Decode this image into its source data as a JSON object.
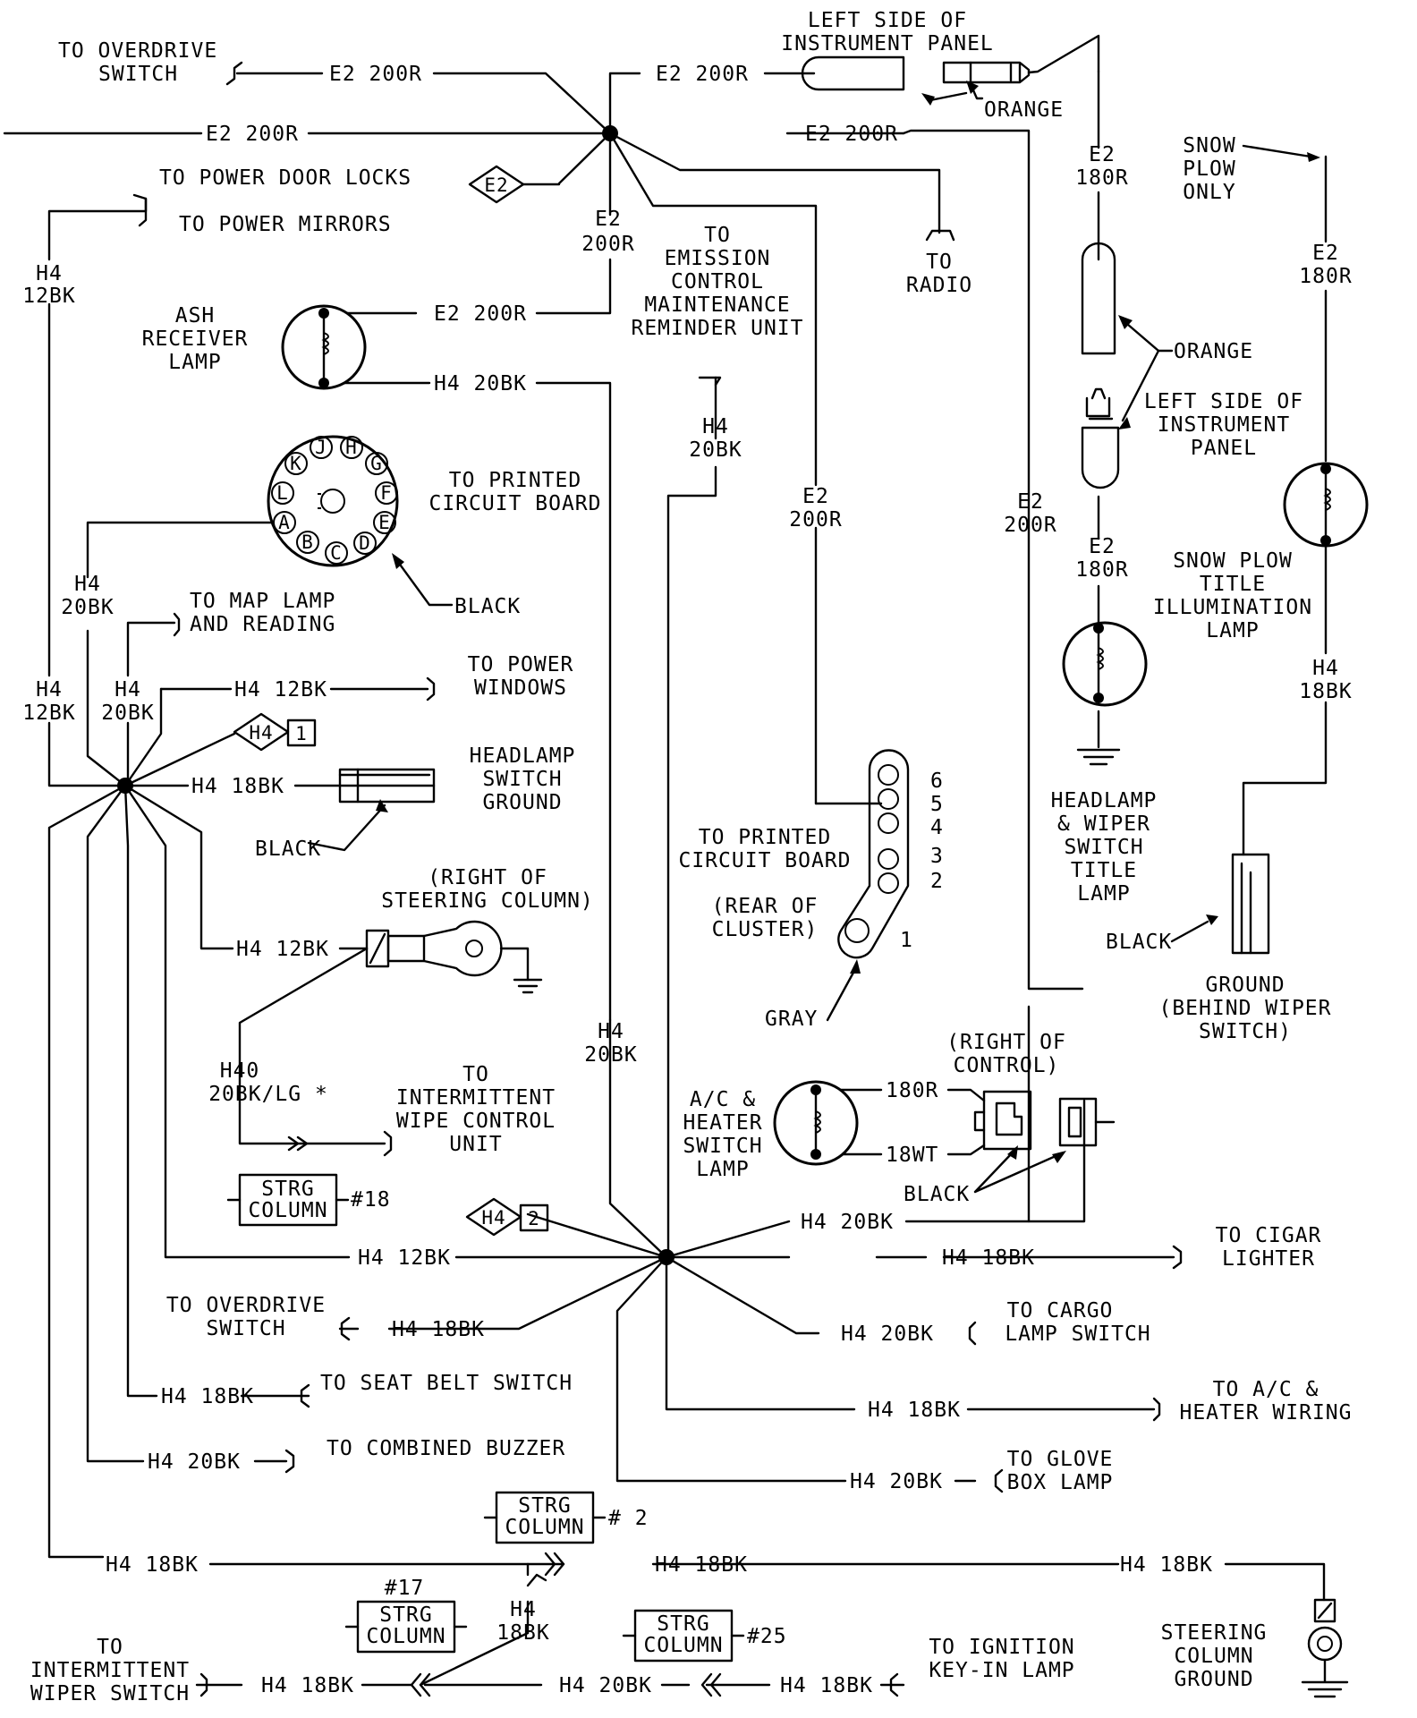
{
  "labels": {
    "to_overdrive_switch_top": [
      "TO OVERDRIVE",
      "SWITCH"
    ],
    "e2_200r_a": "E2 200R",
    "e2_200r_b": "E2 200R",
    "e2_200r_c": "E2 200R",
    "e2_200r_d": "E2 200R",
    "e2_200r_e": [
      "E2",
      "200R"
    ],
    "e2_200r_f": "E2 200R",
    "e2_200r_g": [
      "E2",
      "200R"
    ],
    "e2_200r_h": [
      "E2",
      "200R"
    ],
    "left_side_panel_top": [
      "LEFT SIDE OF",
      "INSTRUMENT PANEL"
    ],
    "orange_top": "ORANGE",
    "e2_180r_a": [
      "E2",
      "180R"
    ],
    "snow_plow_only": [
      "SNOW",
      "PLOW",
      "ONLY"
    ],
    "e2_180r_b": [
      "E2",
      "180R"
    ],
    "to_power_door_locks": "TO POWER DOOR LOCKS",
    "to_power_mirrors": "TO POWER MIRRORS",
    "splice_e2": "E2",
    "to_radio": [
      "TO",
      "RADIO"
    ],
    "h4_12bk_left": [
      "H4",
      "12BK"
    ],
    "ash_receiver_lamp": [
      "ASH",
      "RECEIVER",
      "LAMP"
    ],
    "to_emission": [
      "TO",
      "EMISSION",
      "CONTROL",
      "MAINTENANCE",
      "REMINDER UNIT"
    ],
    "h4_20bk_ash": "H4 20BK",
    "orange_mid": "ORANGE",
    "left_side_panel_mid": [
      "LEFT SIDE OF",
      "INSTRUMENT",
      "PANEL"
    ],
    "h4_20bk_emission": [
      "H4",
      "20BK"
    ],
    "connector_pins": [
      "J",
      "H",
      "K",
      "G",
      "L",
      "F",
      "A",
      "E",
      "B",
      "C",
      "D"
    ],
    "to_printed_circuit_board_top": [
      "TO PRINTED",
      "CIRCUIT BOARD"
    ],
    "e2_180r_c": [
      "E2",
      "180R"
    ],
    "snow_plow_title_lamp": [
      "SNOW PLOW",
      "TITLE",
      "ILLUMINATION",
      "LAMP"
    ],
    "h4_20bk_conn": [
      "H4",
      "20BK"
    ],
    "black_conn": "BLACK",
    "to_map_lamp": [
      "TO MAP LAMP",
      "AND READING"
    ],
    "h4_18bk_snow": [
      "H4",
      "18BK"
    ],
    "h4_12bk_b": [
      "H4",
      "12BK"
    ],
    "h4_20bk_b": [
      "H4",
      "20BK"
    ],
    "h4_12bk_pw": "H4 12BK",
    "to_power_windows": [
      "TO POWER",
      "WINDOWS"
    ],
    "splice_h4_1": "H4",
    "splice_h4_1_num": "1",
    "headlamp_switch_ground": [
      "HEADLAMP",
      "SWITCH",
      "GROUND"
    ],
    "h4_18bk_hsg": "H4 18BK",
    "cluster_pins": [
      "6",
      "5",
      "4",
      "3",
      "2",
      "1"
    ],
    "headlamp_wiper_title_lamp": [
      "HEADLAMP",
      "& WIPER",
      "SWITCH",
      "TITLE",
      "LAMP"
    ],
    "black_hsg": "BLACK",
    "to_printed_circuit_board_mid": [
      "TO PRINTED",
      "CIRCUIT BOARD"
    ],
    "right_of_steering_column": [
      "(RIGHT OF",
      "STEERING COLUMN)"
    ],
    "rear_of_cluster": [
      "(REAR OF",
      "CLUSTER)"
    ],
    "h4_12bk_steer": "H4 12BK",
    "black_ground": "BLACK",
    "ground_behind_wiper": [
      "GROUND",
      "(BEHIND WIPER",
      "SWITCH)"
    ],
    "gray": "GRAY",
    "h4_20bk_c": [
      "H4",
      "20BK"
    ],
    "right_of_control": [
      "(RIGHT OF",
      "CONTROL)"
    ],
    "h40": [
      "H40",
      "20BK/LG *"
    ],
    "to_intermittent_wipe_control": [
      "TO",
      "INTERMITTENT",
      "WIPE CONTROL",
      "UNIT"
    ],
    "ac_heater_switch_lamp": [
      "A/C &",
      "HEATER",
      "SWITCH",
      "LAMP"
    ],
    "wire_180r": "180R",
    "wire_18wt": "18WT",
    "strg_column": [
      "STRG",
      "COLUMN"
    ],
    "strg_18": "#18",
    "black_control": "BLACK",
    "splice_h4_2": "H4",
    "splice_h4_2_num": "2",
    "h4_20bk_ctrl": "H4 20BK",
    "h4_12bk_c": "H4 12BK",
    "h4_18bk_cigar": "H4 18BK",
    "to_cigar_lighter": [
      "TO CIGAR",
      "LIGHTER"
    ],
    "to_overdrive_switch_bot": [
      "TO OVERDRIVE",
      "SWITCH"
    ],
    "h4_18bk_od": "H4 18BK",
    "h4_20bk_cargo": "H4 20BK",
    "to_cargo_lamp": [
      "TO CARGO",
      "LAMP SWITCH"
    ],
    "h4_18bk_seat": "H4 18BK",
    "to_seat_belt": "TO SEAT BELT SWITCH",
    "h4_18bk_ac": "H4 18BK",
    "to_ac_heater_wiring": [
      "TO A/C &",
      "HEATER WIRING"
    ],
    "h4_20bk_buzz": "H4 20BK",
    "to_combined_buzzer": "TO COMBINED BUZZER",
    "h4_20bk_glove": "H4 20BK",
    "to_glove_box": [
      "TO GLOVE",
      "BOX LAMP"
    ],
    "strg_2": "# 2",
    "h4_18bk_bot_a": "H4 18BK",
    "h4_18bk_bot_b": "H4 18BK",
    "h4_18bk_bot_c": "H4 18BK",
    "strg_17": "#17",
    "h4_18bk_v": [
      "H4",
      "18BK"
    ],
    "strg_25": "#25",
    "steering_column_ground": [
      "STEERING",
      "COLUMN",
      "GROUND"
    ],
    "to_intermittent_wiper_switch": [
      "TO",
      "INTERMITTENT",
      "WIPER SWITCH"
    ],
    "h4_18bk_iw": "H4 18BK",
    "h4_20bk_bot": "H4 20BK",
    "h4_18bk_ign": "H4 18BK",
    "to_ignition_keyin": [
      "TO IGNITION",
      "KEY-IN LAMP"
    ]
  }
}
